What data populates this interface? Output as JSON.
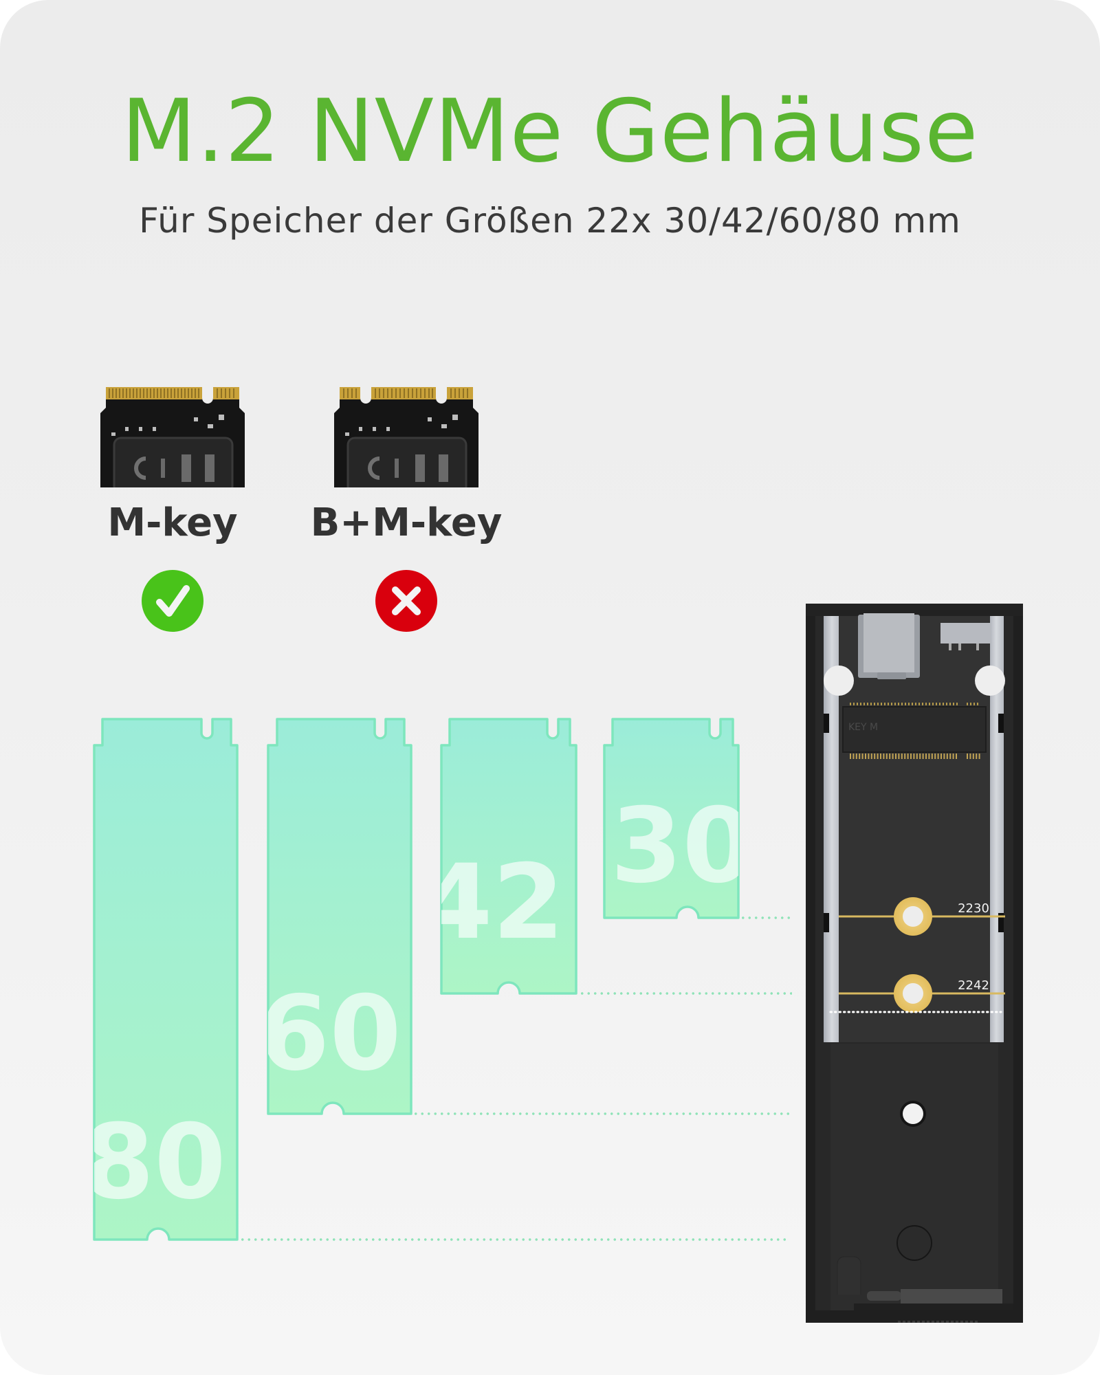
{
  "header": {
    "title": "M.2 NVMe Gehäuse",
    "subtitle": "Für Speicher der Größen 22x 30/42/60/80 mm"
  },
  "compatibility": [
    {
      "key": "M-key",
      "supported": true,
      "icon": "check-circle-icon",
      "color": "#49c31a"
    },
    {
      "key": "B+M-key",
      "supported": false,
      "icon": "x-circle-icon",
      "color": "#d9000d"
    }
  ],
  "sizes": [
    {
      "label": "80",
      "length_mm": 80
    },
    {
      "label": "60",
      "length_mm": 60
    },
    {
      "label": "42",
      "length_mm": 42
    },
    {
      "label": "30",
      "length_mm": 30
    }
  ],
  "enclosure": {
    "slot_label": "KEY M",
    "mount_marks": [
      {
        "label": "2230"
      },
      {
        "label": "2242"
      }
    ]
  },
  "colors": {
    "title_green": "#5ab531",
    "board_fill": "#9eeedb",
    "board_stroke": "#6fe0bc",
    "enclosure_dark": "#2f2f2f",
    "gold": "#e8c56a"
  }
}
